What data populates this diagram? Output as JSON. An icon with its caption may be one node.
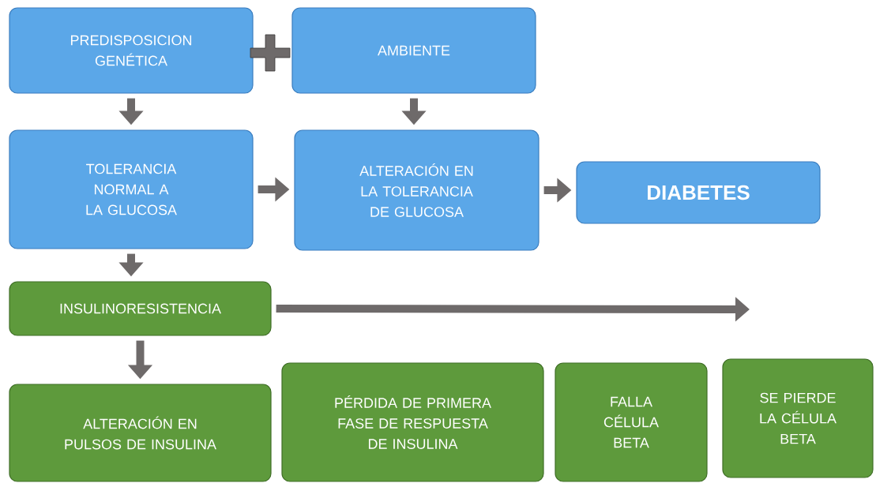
{
  "diagram": {
    "nodes": [
      {
        "text": [
          "PREDISPOSICION GENÉTICA"
        ]
      },
      {
        "text": [
          "AMBIENTE"
        ]
      },
      {
        "text": [
          "TOLERANCIA NORMAL A LA GLUCOSA"
        ]
      },
      {
        "text": [
          "ALTERACIÓN EN LA TOLERANCIA DE GLUCOSA"
        ]
      },
      {
        "text": [
          "DIABETES"
        ]
      },
      {
        "text": [
          "INSULINORESISTENCIA"
        ]
      },
      {
        "text": [
          "ALTERACIÓN EN PULSOS DE INSULINA"
        ]
      },
      {
        "text": [
          "PÉRDIDA DE PRIMERA FASE DE RESPUESTA DE INSULINA"
        ]
      },
      {
        "text": [
          "FALLA CÉLULA BETA"
        ]
      },
      {
        "text": [
          "SE PIERDE LA CÉLULA BETA"
        ]
      }
    ],
    "edges": [
      {
        "from": 0,
        "to": 2,
        "arrow": "to"
      },
      {
        "from": 1,
        "to": 3,
        "arrow": "to"
      },
      {
        "from": 2,
        "to": 3,
        "arrow": "to"
      },
      {
        "from": 3,
        "to": 4,
        "arrow": "to"
      },
      {
        "from": 2,
        "to": 5,
        "arrow": "to"
      },
      {
        "from": 5,
        "to": 6,
        "arrow": "to"
      },
      {
        "from": 5,
        "to": null,
        "arrow": "to"
      }
    ]
  }
}
